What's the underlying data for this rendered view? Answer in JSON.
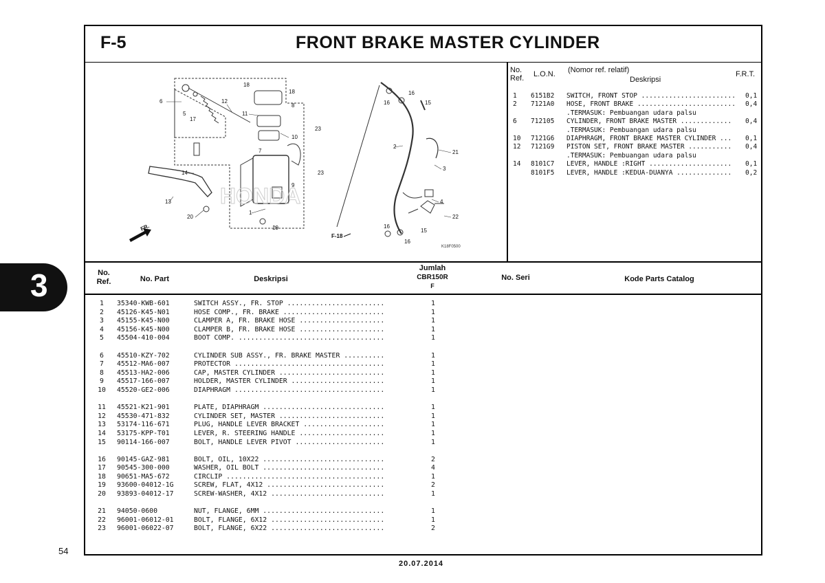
{
  "section": "F-5",
  "title": "FRONT BRAKE MASTER CYLINDER",
  "chapter_tab": "3",
  "page_number": "54",
  "date": "20.07.2014",
  "diagram": {
    "code": "K18F0500",
    "fr_label": "FR.",
    "ref_label": "F-18",
    "watermark": "HONDA",
    "callouts": [
      "18",
      "18",
      "8",
      "6",
      "12",
      "5",
      "17",
      "11",
      "10",
      "7",
      "23",
      "9",
      "23",
      "14",
      "13",
      "1",
      "19",
      "20",
      "16",
      "16",
      "15",
      "2",
      "21",
      "3",
      "4",
      "22",
      "15",
      "16",
      "16"
    ]
  },
  "ref_header": {
    "no": "No.",
    "ref": "Ref.",
    "lon": "L.O.N.",
    "nomor": "(Nomor ref. relatif)",
    "deskripsi": "Deskripsi",
    "frt": "F.R.T."
  },
  "ref_rows": [
    {
      "no": "1",
      "lon": "6151B2",
      "desc": "SWITCH, FRONT STOP ........................",
      "frt": "0,1"
    },
    {
      "no": "2",
      "lon": "7121A0",
      "desc": "HOSE, FRONT BRAKE .........................",
      "frt": "0,4"
    },
    {
      "no": "",
      "lon": "",
      "desc": ".TERMASUK: Pembuangan udara palsu",
      "frt": ""
    },
    {
      "no": "6",
      "lon": "712105",
      "desc": "CYLINDER, FRONT BRAKE MASTER .............",
      "frt": "0,4"
    },
    {
      "no": "",
      "lon": "",
      "desc": ".TERMASUK: Pembuangan udara palsu",
      "frt": ""
    },
    {
      "no": "10",
      "lon": "7121G6",
      "desc": "DIAPHRAGM, FRONT BRAKE MASTER CYLINDER ...",
      "frt": "0,1"
    },
    {
      "no": "12",
      "lon": "7121G9",
      "desc": "PISTON SET, FRONT BRAKE MASTER ...........",
      "frt": "0,4"
    },
    {
      "no": "",
      "lon": "",
      "desc": ".TERMASUK: Pembuangan udara palsu",
      "frt": ""
    },
    {
      "no": "14",
      "lon": "8101C7",
      "desc": "LEVER, HANDLE :RIGHT .....................",
      "frt": "0,1"
    },
    {
      "no": "",
      "lon": "8101F5",
      "desc": "LEVER, HANDLE :KEDUA-DUANYA ..............",
      "frt": "0,2"
    }
  ],
  "parts_header": {
    "no": "No.",
    "ref": "Ref.",
    "no_part": "No. Part",
    "deskripsi": "Deskripsi",
    "jumlah": "Jumlah",
    "model": "CBR150R",
    "type": "F",
    "no_seri": "No. Seri",
    "kode": "Kode Parts Catalog"
  },
  "parts": [
    {
      "ref": "1",
      "part": "35340-KWB-601",
      "desc": "SWITCH ASSY., FR. STOP ........................",
      "qty": "1"
    },
    {
      "ref": "2",
      "part": "45126-K45-N01",
      "desc": "HOSE COMP., FR. BRAKE .........................",
      "qty": "1"
    },
    {
      "ref": "3",
      "part": "45155-K45-N00",
      "desc": "CLAMPER A, FR. BRAKE HOSE .....................",
      "qty": "1"
    },
    {
      "ref": "4",
      "part": "45156-K45-N00",
      "desc": "CLAMPER B, FR. BRAKE HOSE .....................",
      "qty": "1"
    },
    {
      "ref": "5",
      "part": "45504-410-004",
      "desc": "BOOT COMP. ....................................",
      "qty": "1"
    },
    {
      "ref": "6",
      "part": "45510-KZY-702",
      "desc": "CYLINDER SUB ASSY., FR. BRAKE MASTER ..........",
      "qty": "1"
    },
    {
      "ref": "7",
      "part": "45512-MA6-007",
      "desc": "PROTECTOR .....................................",
      "qty": "1"
    },
    {
      "ref": "8",
      "part": "45513-HA2-006",
      "desc": "CAP, MASTER CYLINDER ..........................",
      "qty": "1"
    },
    {
      "ref": "9",
      "part": "45517-166-007",
      "desc": "HOLDER, MASTER CYLINDER .......................",
      "qty": "1"
    },
    {
      "ref": "10",
      "part": "45520-GE2-006",
      "desc": "DIAPHRAGM .....................................",
      "qty": "1"
    },
    {
      "ref": "11",
      "part": "45521-K21-901",
      "desc": "PLATE, DIAPHRAGM ..............................",
      "qty": "1"
    },
    {
      "ref": "12",
      "part": "45530-471-832",
      "desc": "CYLINDER SET, MASTER ..........................",
      "qty": "1"
    },
    {
      "ref": "13",
      "part": "53174-116-671",
      "desc": "PLUG, HANDLE LEVER BRACKET ....................",
      "qty": "1"
    },
    {
      "ref": "14",
      "part": "53175-KPP-T01",
      "desc": "LEVER, R. STEERING HANDLE .....................",
      "qty": "1"
    },
    {
      "ref": "15",
      "part": "90114-166-007",
      "desc": "BOLT, HANDLE LEVER PIVOT ......................",
      "qty": "1"
    },
    {
      "ref": "16",
      "part": "90145-GAZ-981",
      "desc": "BOLT, OIL, 10X22 ..............................",
      "qty": "2"
    },
    {
      "ref": "17",
      "part": "90545-300-000",
      "desc": "WASHER, OIL BOLT ..............................",
      "qty": "4"
    },
    {
      "ref": "18",
      "part": "90651-MA5-672",
      "desc": "CIRCLIP .......................................",
      "qty": "1"
    },
    {
      "ref": "19",
      "part": "93600-04012-1G",
      "desc": "SCREW, FLAT, 4X12 .............................",
      "qty": "2"
    },
    {
      "ref": "20",
      "part": "93893-04012-17",
      "desc": "SCREW-WASHER, 4X12 ............................",
      "qty": "1"
    },
    {
      "ref": "21",
      "part": "94050-0600",
      "desc": "NUT, FLANGE, 6MM ..............................",
      "qty": "1"
    },
    {
      "ref": "22",
      "part": "96001-06012-01",
      "desc": "BOLT, FLANGE, 6X12 ............................",
      "qty": "1"
    },
    {
      "ref": "23",
      "part": "96001-06022-07",
      "desc": "BOLT, FLANGE, 6X22 ............................",
      "qty": "2"
    }
  ]
}
